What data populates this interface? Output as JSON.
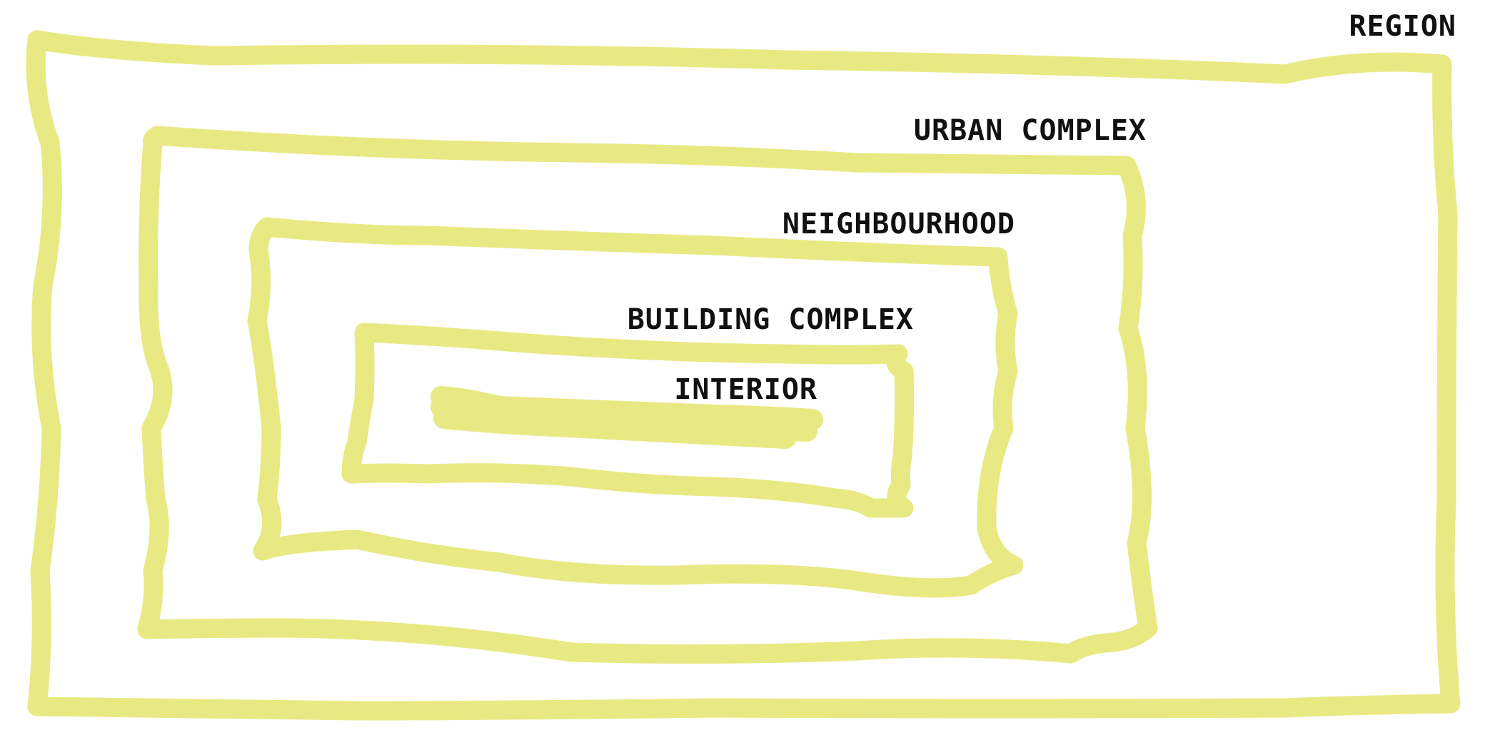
{
  "diagram": {
    "stroke_color": "#e8e982",
    "text_color": "#111111",
    "levels": [
      {
        "label": "REGION"
      },
      {
        "label": "URBAN COMPLEX"
      },
      {
        "label": "NEIGHBOURHOOD"
      },
      {
        "label": "BUILDING COMPLEX"
      },
      {
        "label": "INTERIOR"
      }
    ]
  }
}
